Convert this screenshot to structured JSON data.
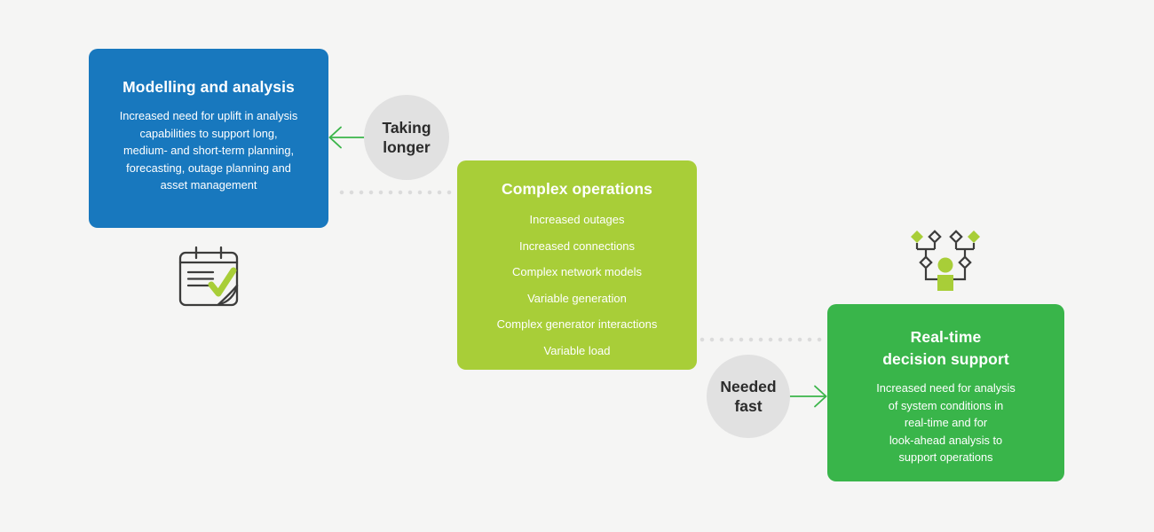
{
  "palette": {
    "background": "#f5f5f4",
    "blue": "#1878be",
    "lime": "#a8ce38",
    "green": "#39b54a",
    "arrow_green": "#3bb54a",
    "badge_gray": "#e1e1e1",
    "dot_gray": "#dbdbdb",
    "text_dark": "#2b2b2b",
    "text_light": "#ffffff"
  },
  "cards": {
    "modelling": {
      "title": "Modelling and analysis",
      "body": "Increased need for uplift in analysis\ncapabilities to support long,\nmedium- and short-term planning,\nforecasting, outage planning and\nasset management"
    },
    "complex": {
      "title": "Complex operations",
      "items": [
        "Increased outages",
        "Increased connections",
        "Complex network models",
        "Variable generation",
        "Complex generator interactions",
        "Variable load"
      ]
    },
    "realtime": {
      "title": "Real-time\ndecision support",
      "body": "Increased need for analysis\nof system conditions in\nreal-time and for\nlook-ahead analysis to\nsupport operations"
    }
  },
  "badges": {
    "taking_longer": "Taking\nlonger",
    "needed_fast": "Needed\nfast"
  },
  "icons": {
    "checklist": "notepad-checklist-icon",
    "decision_tree": "decision-tree-people-icon"
  }
}
